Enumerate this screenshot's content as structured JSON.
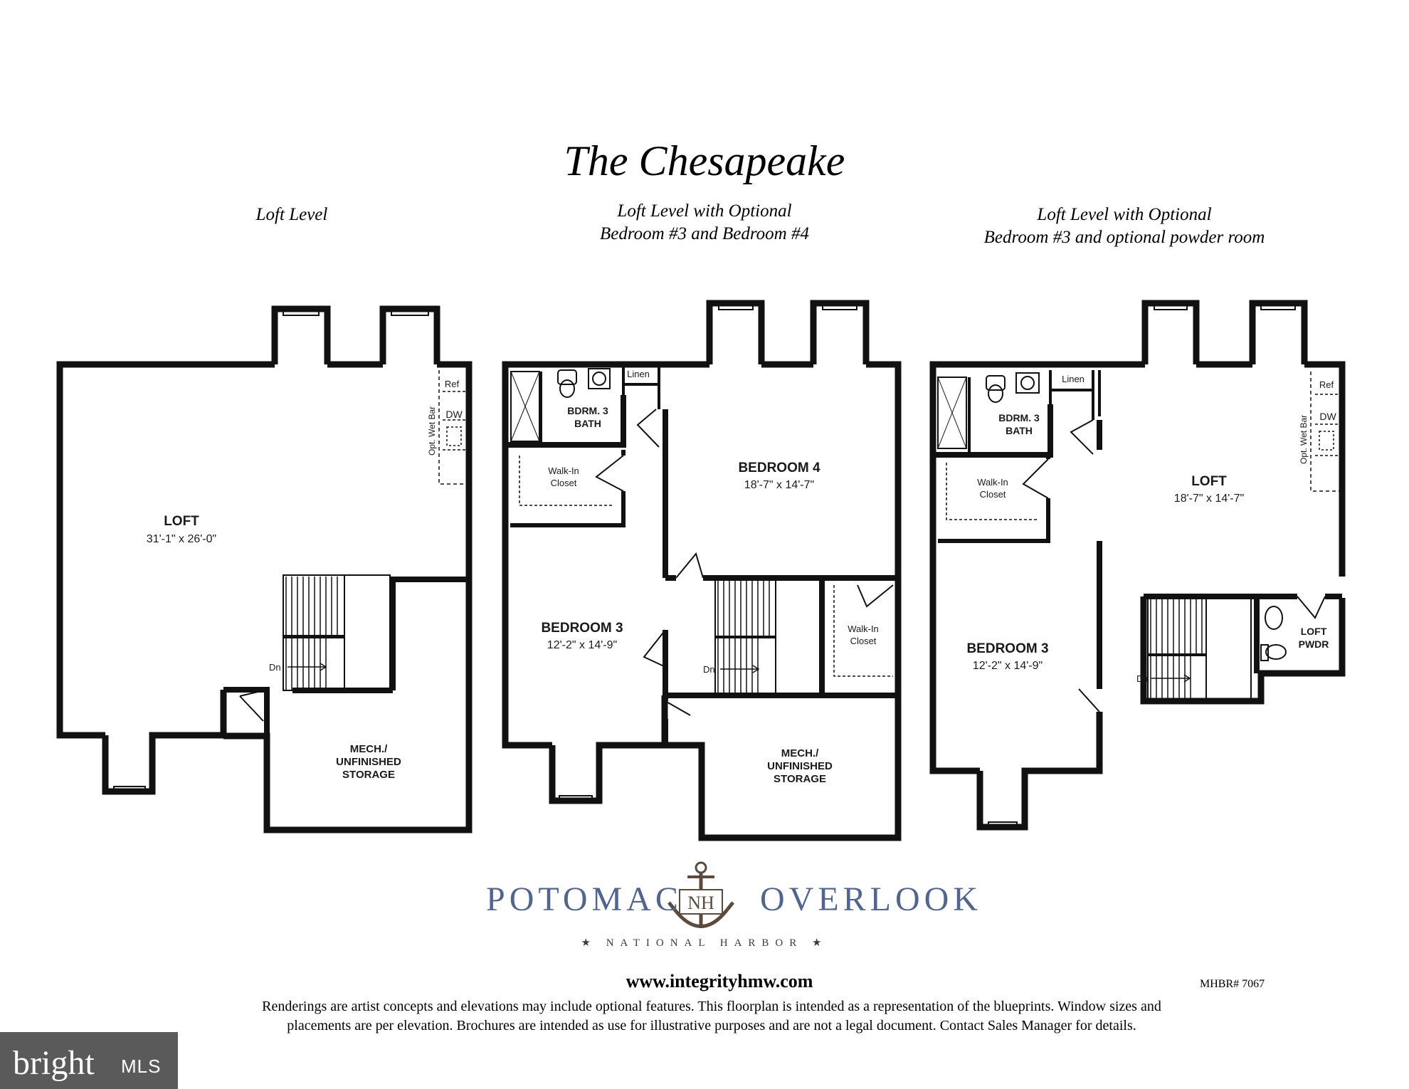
{
  "title": "The Chesapeake",
  "plans": [
    {
      "caption": [
        "Loft Level"
      ]
    },
    {
      "caption": [
        "Loft Level with Optional",
        "Bedroom #3 and Bedroom #4"
      ]
    },
    {
      "caption": [
        "Loft Level with Optional",
        "Bedroom #3 and optional powder room"
      ]
    }
  ],
  "labels": {
    "loft": "LOFT",
    "loft_dim_a": "31'-1\" x 26'-0\"",
    "loft_dim_b": "18'-7\" x 14'-7\"",
    "bedroom3": "BEDROOM 3",
    "bedroom3_dim": "12'-2\" x 14'-9\"",
    "bedroom4": "BEDROOM 4",
    "bedroom4_dim": "18'-7\" x 14'-7\"",
    "bath_line1": "BDRM. 3",
    "bath_line2": "BATH",
    "walkin_line1": "Walk-In",
    "walkin_line2": "Closet",
    "linen": "Linen",
    "mech_line1": "MECH./",
    "mech_line2": "UNFINISHED",
    "mech_line3": "STORAGE",
    "dn": "Dn",
    "ref": "Ref",
    "dw": "DW",
    "wet_bar": "Opt. Wet Bar",
    "pwdr_line1": "LOFT",
    "pwdr_line2": "PWDR"
  },
  "logo": {
    "left": "POTOMAC",
    "right": "OVERLOOK",
    "emblem": "NH",
    "tagline": "★ NATIONAL HARBOR ★"
  },
  "footer": {
    "website": "www.integrityhmw.com",
    "mhbr": "MHBR# 7067",
    "disclaimer_1": "Renderings are artist concepts and elevations may include optional features.  This floorplan is intended as a representation of the blueprints.  Window sizes and",
    "disclaimer_2": "placements are per elevation. Brochures are intended as use for illustrative purposes and are not a legal document.  Contact Sales Manager for details."
  },
  "watermark": {
    "brand": "bright",
    "suffix": "MLS"
  }
}
